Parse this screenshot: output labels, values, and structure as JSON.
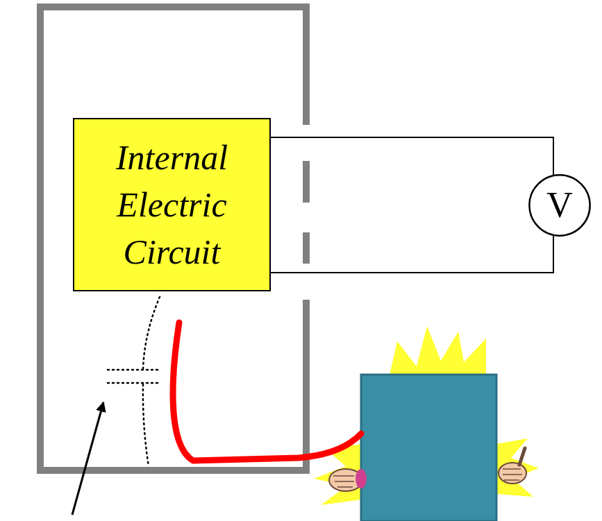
{
  "diagram": {
    "nodes": [
      {
        "text": [
          "Internal Electric Circuit"
        ]
      },
      {
        "text": [
          "V"
        ]
      }
    ],
    "edges": [
      {
        "from": 0,
        "to": 1,
        "arrow": "none"
      },
      {
        "from": 0,
        "to": 1,
        "arrow": "none"
      }
    ]
  }
}
